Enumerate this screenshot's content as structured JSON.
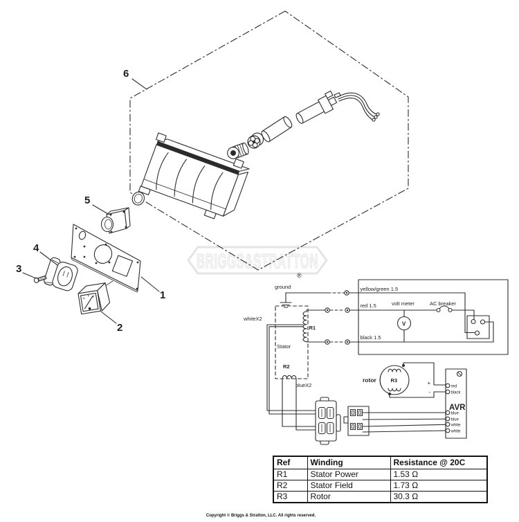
{
  "colors": {
    "ink": "#2b2b2b",
    "watermark": "#e4e4e4",
    "background": "#ffffff"
  },
  "callouts": {
    "n1": "1",
    "n2": "2",
    "n3": "3",
    "n4": "4",
    "n5": "5",
    "n6": "6"
  },
  "watermark": {
    "brand": "BRIGGS&STRATTON",
    "registered": "®"
  },
  "schematic": {
    "ground": "ground",
    "wire_yellow_green": "yellow/green 1.5",
    "wire_red": "red 1.5",
    "wire_black": "black 1.5",
    "volt_meter": "volt meter",
    "volt_meter_symbol": "V",
    "ac_breaker": "AC breaker",
    "white_x2": "whiteX2",
    "blue_x2": "blueX2",
    "stator": "Stator",
    "r1": "R1",
    "r2": "R2",
    "r3": "R3",
    "rotor": "rotor",
    "avr": "AVR",
    "plus": "+",
    "minus": "-",
    "avr_terminals": [
      "red",
      "black",
      "blue",
      "blue",
      "white",
      "white"
    ]
  },
  "table": {
    "headers": [
      "Ref",
      "Winding",
      "Resistance @ 20C"
    ],
    "rows": [
      [
        "R1",
        "Stator Power",
        "1.53 Ω"
      ],
      [
        "R2",
        "Stator Field",
        "1.73 Ω"
      ],
      [
        "R3",
        "Rotor",
        "30.3 Ω"
      ]
    ]
  },
  "footer": {
    "copyright": "Copyright © Briggs & Stratton, LLC. All rights reserved."
  }
}
